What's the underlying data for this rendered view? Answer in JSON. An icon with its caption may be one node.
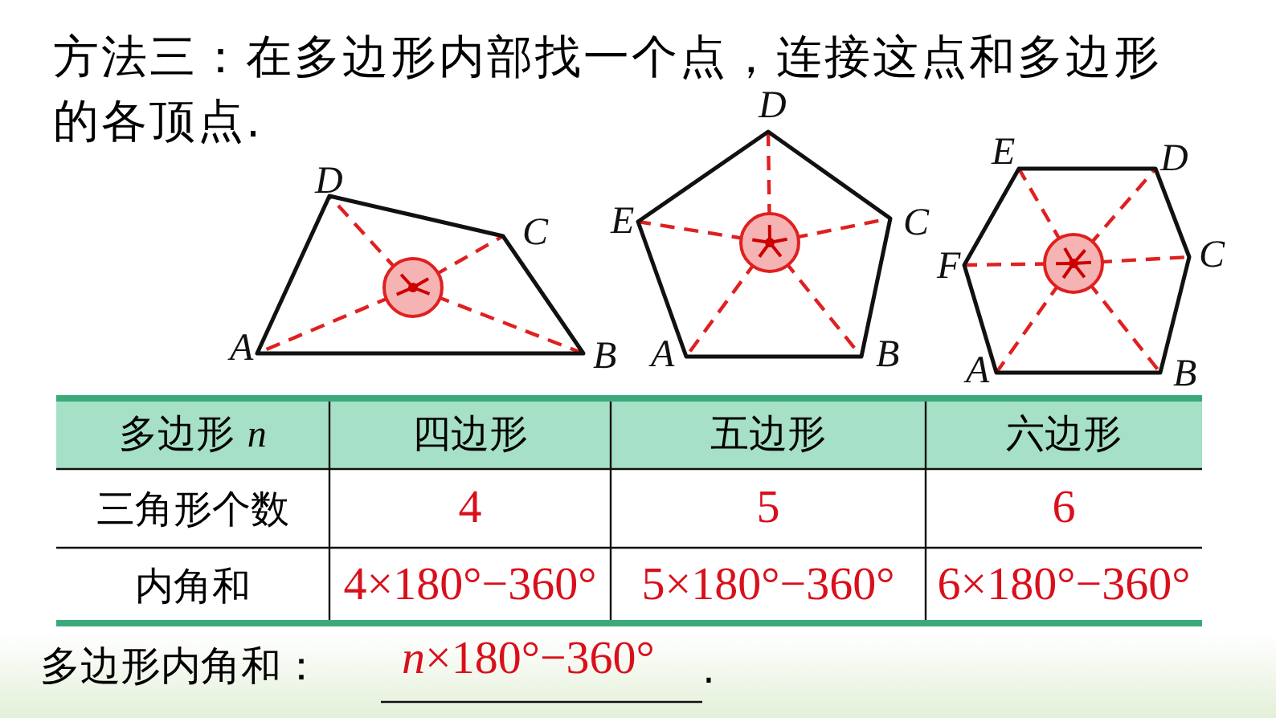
{
  "diagram": {
    "title": "方法三：在多边形内部找一个点，连接这点和多边形的各顶点.",
    "labels": [
      "D",
      "C",
      "A",
      "B",
      "D",
      "E",
      "C",
      "A",
      "B",
      "E",
      "D",
      "F",
      "C",
      "A",
      "B",
      "多边形 *n*",
      "四边形",
      "五边形",
      "六边形",
      "三角形个数",
      "4",
      "5",
      "6",
      "内角和",
      "4×180°−360°",
      "5×180°−360°",
      "6×180°−360°",
      "多边形内角和：",
      "*n*×180°−360°",
      "."
    ]
  }
}
